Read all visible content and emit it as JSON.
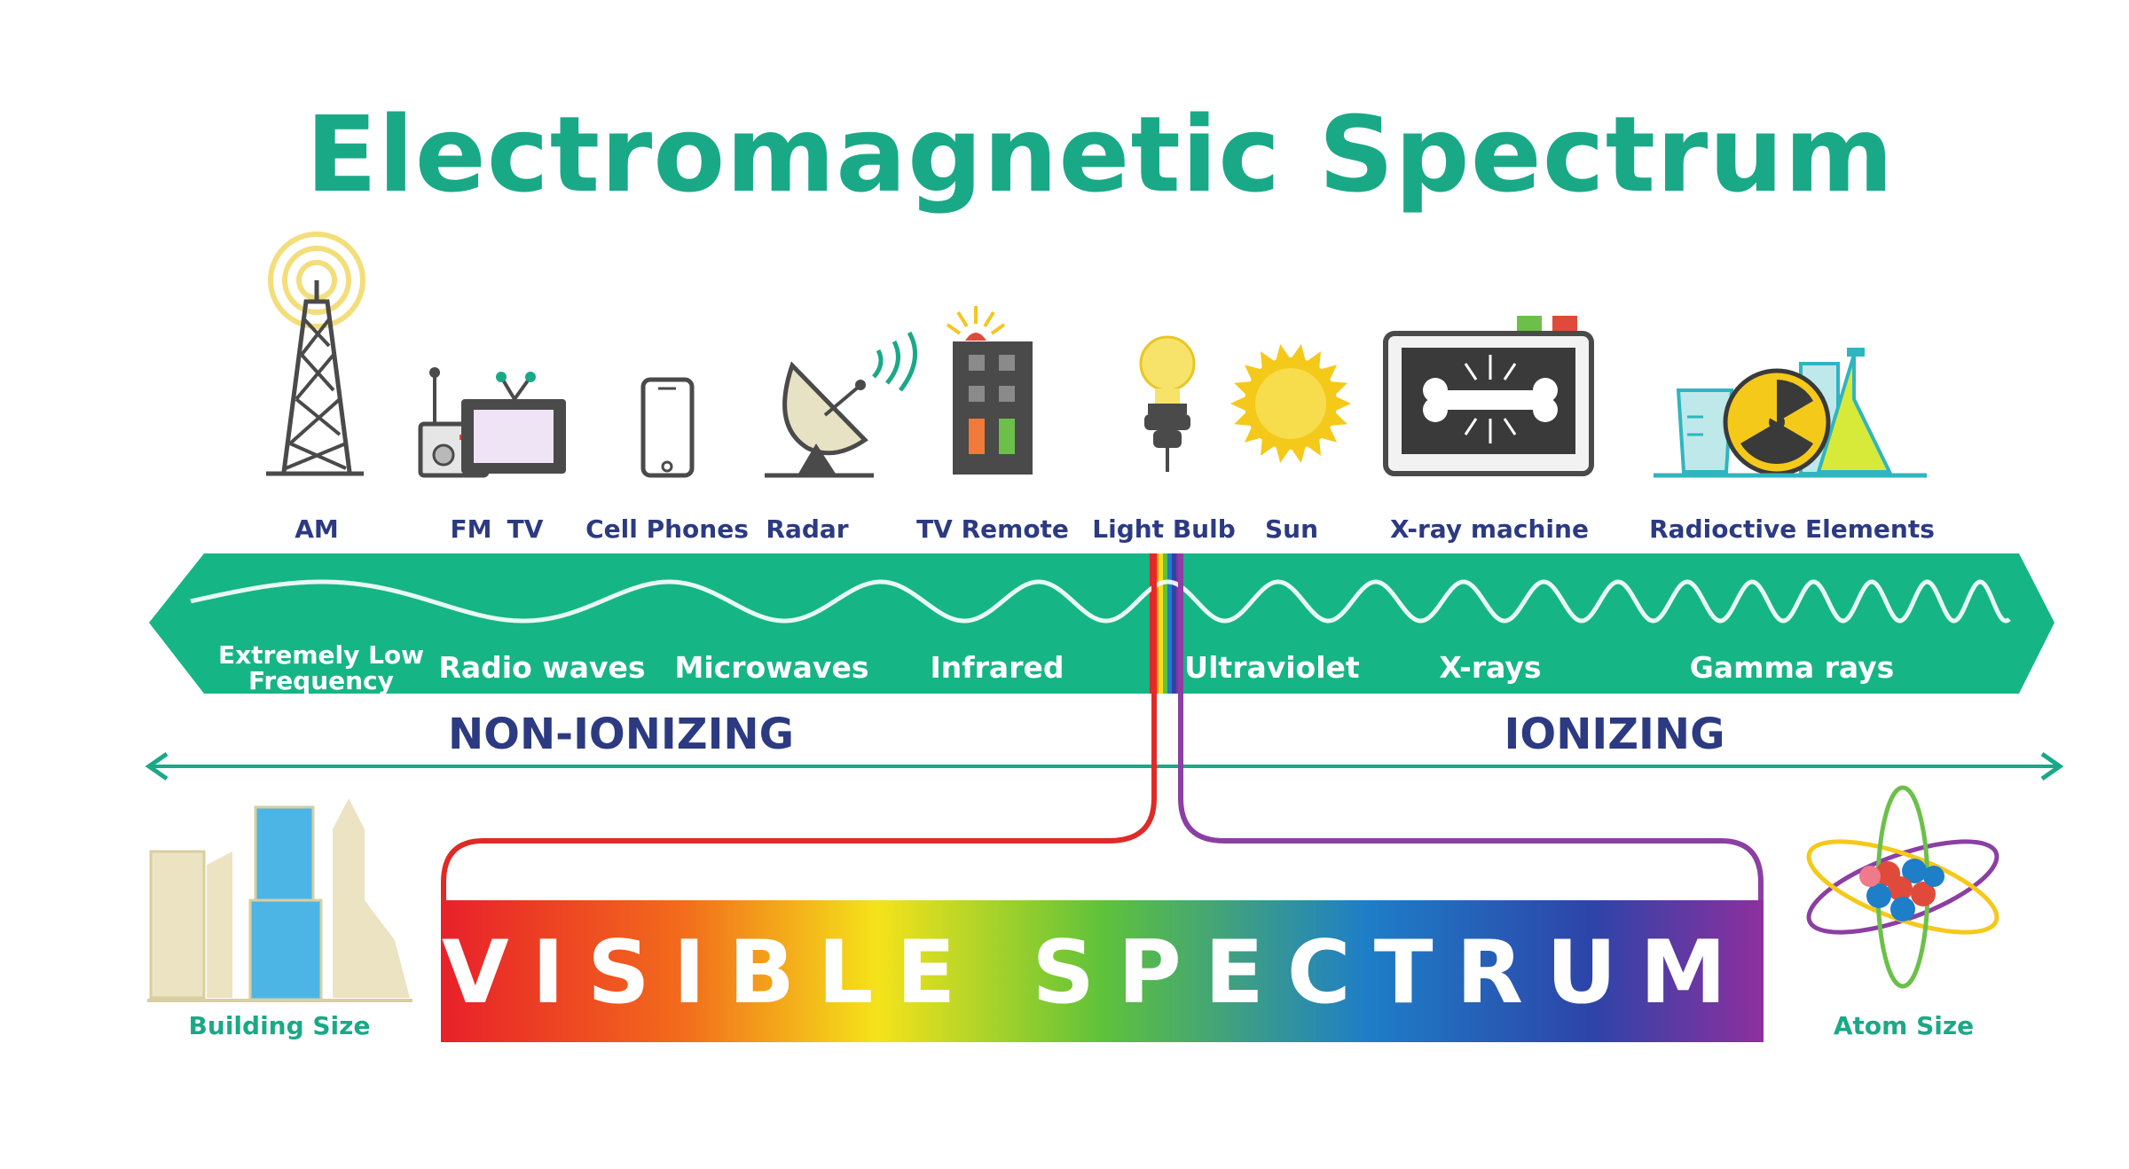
{
  "title": "Electromagnetic Spectrum",
  "sources": [
    {
      "name": "am",
      "label": "AM",
      "icon": "radio-tower-icon"
    },
    {
      "name": "fm",
      "label": "FM",
      "icon": "radio-icon"
    },
    {
      "name": "tv",
      "label": "TV",
      "icon": "television-icon"
    },
    {
      "name": "cell-phones",
      "label": "Cell Phones",
      "icon": "cell-phone-icon"
    },
    {
      "name": "radar",
      "label": "Radar",
      "icon": "radar-dish-icon"
    },
    {
      "name": "tv-remote",
      "label": "TV Remote",
      "icon": "remote-control-icon"
    },
    {
      "name": "light-bulb",
      "label": "Light Bulb",
      "icon": "light-bulb-icon"
    },
    {
      "name": "sun",
      "label": "Sun",
      "icon": "sun-icon"
    },
    {
      "name": "x-ray-machine",
      "label": "X-ray machine",
      "icon": "x-ray-machine-icon"
    },
    {
      "name": "radioactive-elements",
      "label": "Radioctive Elements",
      "icon": "radioactive-lab-icon"
    }
  ],
  "bands": [
    {
      "name": "elf",
      "label_line1": "Extremely Low",
      "label_line2": "Frequency"
    },
    {
      "name": "radio-waves",
      "label": "Radio waves"
    },
    {
      "name": "microwaves",
      "label": "Microwaves"
    },
    {
      "name": "infrared",
      "label": "Infrared"
    },
    {
      "name": "ultraviolet",
      "label": "Ultraviolet"
    },
    {
      "name": "x-rays",
      "label": "X-rays"
    },
    {
      "name": "gamma-rays",
      "label": "Gamma rays"
    }
  ],
  "ionization": {
    "non_ionizing": "NON-IONIZING",
    "ionizing": "IONIZING"
  },
  "scale": {
    "left_label": "Building Size",
    "right_label": "Atom Size",
    "left_icon": "buildings-icon",
    "right_icon": "atom-icon"
  },
  "visible_spectrum": {
    "label": "VISIBLE SPECTRUM"
  },
  "colors": {
    "accent": "#1aa987",
    "band": "#16b585",
    "navy": "#2c3a82",
    "red_line": "#e02a26",
    "purple_line": "#8b3fa3"
  }
}
